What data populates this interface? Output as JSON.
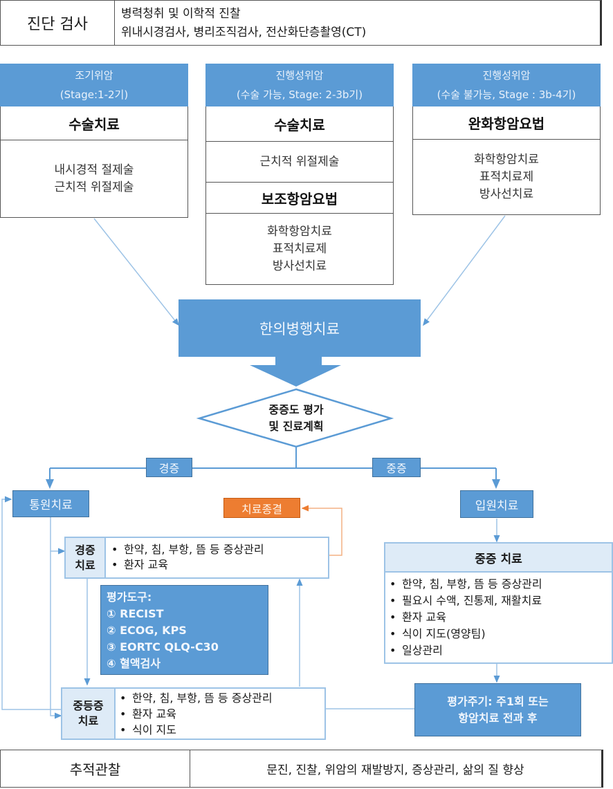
{
  "diagnosis": {
    "label": "진단 검사",
    "lines": [
      "병력청취 및 이학적 진찰",
      "위내시경검사, 병리조직검사, 전산화단층촬영(CT)"
    ]
  },
  "stages": [
    {
      "header": [
        "조기위암",
        "(Stage:1-2기)"
      ],
      "sections": [
        {
          "title": "수술치료",
          "items": [
            "내시경적 절제술",
            "근치적 위절제술"
          ]
        }
      ]
    },
    {
      "header": [
        "진행성위암",
        "(수술 가능, Stage: 2-3b기)"
      ],
      "sections": [
        {
          "title": "수술치료",
          "items": [
            "근치적 위절제술"
          ]
        },
        {
          "title": "보조항암요법",
          "items": [
            "화학항암치료",
            "표적치료제",
            "방사선치료"
          ]
        }
      ]
    },
    {
      "header": [
        "진행성위암",
        "(수술 불가능, Stage : 3b-4기)"
      ],
      "sections": [
        {
          "title": "완화항암요법",
          "items": [
            "화학항암치료",
            "표적치료제",
            "방사선치료"
          ]
        }
      ]
    }
  ],
  "combined_treatment": "한의병행치료",
  "decision": [
    "중증도 평가",
    "및 진료계획"
  ],
  "branches": {
    "mild": "경증",
    "severe": "중증"
  },
  "outpatient": "통원치료",
  "inpatient": "입원치료",
  "end_treatment": "치료종결",
  "mild_treatment": {
    "label": [
      "경증",
      "치료"
    ],
    "items": [
      "한약, 침, 부항, 뜸 등 증상관리",
      "환자 교육"
    ]
  },
  "assessment_tools": {
    "title": "평가도구:",
    "items": [
      "① RECIST",
      "② ECOG, KPS",
      "③ EORTC QLQ-C30",
      "④ 혈액검사"
    ]
  },
  "moderate_treatment": {
    "label": [
      "중등증",
      "치료"
    ],
    "items": [
      "한약, 침, 부항, 뜸 등 증상관리",
      "환자 교육",
      "식이 지도"
    ]
  },
  "severe_treatment": {
    "title": "중증 치료",
    "items": [
      "한약, 침, 부항, 뜸 등 증상관리",
      "필요시 수액, 진통제, 재활치료",
      "환자 교육",
      "식이 지도(영양팀)",
      "일상관리"
    ]
  },
  "evaluation_cycle": [
    "평가주기: 주1회 또는",
    "항암치료 전과 후"
  ],
  "follow_up": {
    "label": "추적관찰",
    "text": "문진, 진찰, 위암의 재발방지, 증상관리, 삶의 질 향상"
  },
  "colors": {
    "primary_blue": "#5b9bd5",
    "light_blue": "#deebf7",
    "orange": "#ed7d31"
  }
}
